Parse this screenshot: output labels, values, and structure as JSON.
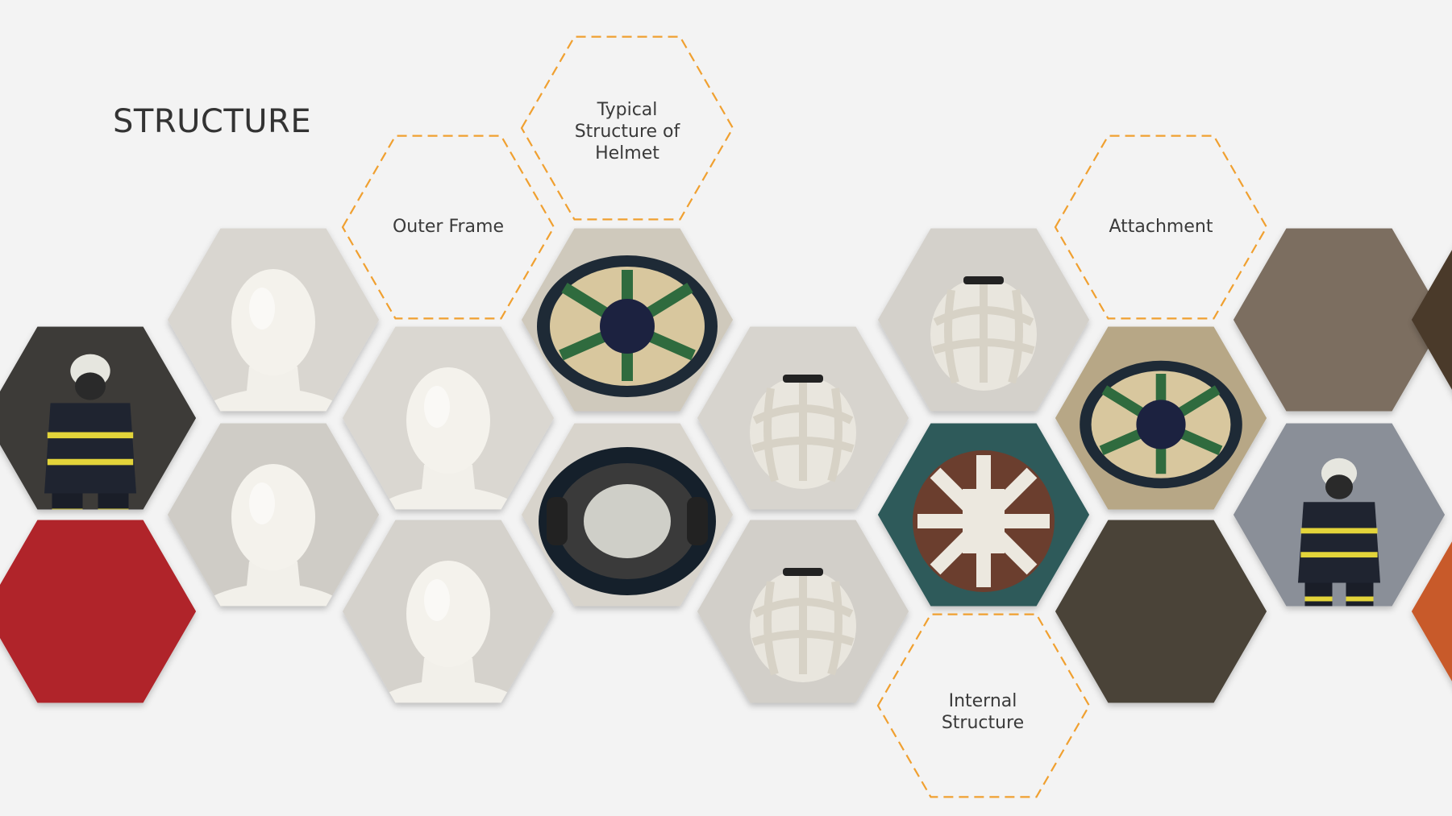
{
  "slide": {
    "title": "STRUCTURE"
  },
  "labels": {
    "outer_frame": "Outer Frame",
    "typical_structure": "Typical\nStructure of\nHelmet",
    "attachment": "Attachment",
    "internal_structure": "Internal\nStructure"
  },
  "colors": {
    "background": "#f3f3f3",
    "accent_dashed": "#f0a030",
    "title_text": "#333333"
  }
}
